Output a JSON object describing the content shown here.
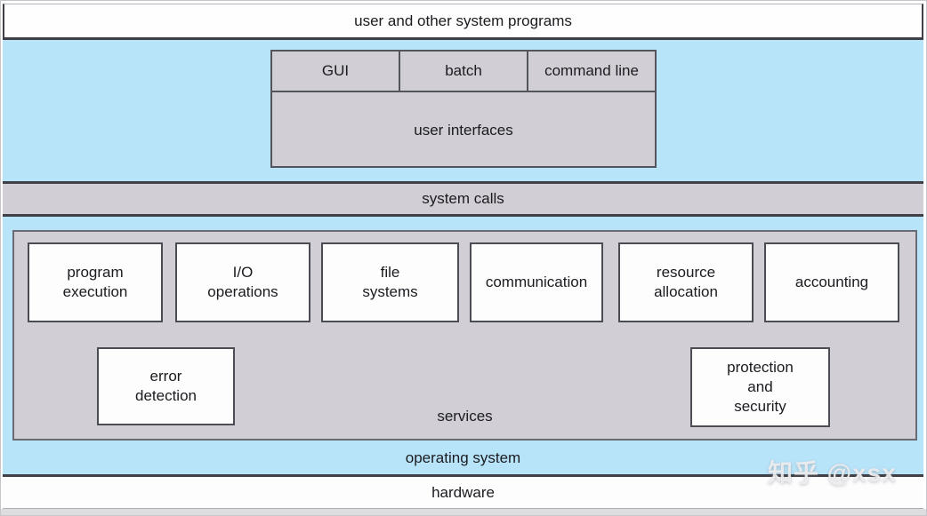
{
  "top_bar": {
    "label": "user and other system programs"
  },
  "user_interfaces": {
    "cells": [
      {
        "label": "GUI"
      },
      {
        "label": "batch"
      },
      {
        "label": "command line"
      }
    ],
    "label": "user interfaces"
  },
  "system_calls": {
    "label": "system calls"
  },
  "services": {
    "label": "services",
    "row1": [
      {
        "label": "program\nexecution"
      },
      {
        "label": "I/O\noperations"
      },
      {
        "label": "file\nsystems"
      },
      {
        "label": "communication"
      },
      {
        "label": "resource\nallocation"
      },
      {
        "label": "accounting"
      }
    ],
    "row2": [
      {
        "label": "error\ndetection"
      },
      {
        "label": "protection\nand\nsecurity"
      }
    ]
  },
  "operating_system": {
    "label": "operating system"
  },
  "hardware": {
    "label": "hardware"
  },
  "watermark": {
    "label": "知乎 @xsx"
  },
  "colors": {
    "sky_blue": "#b8e4fa",
    "panel_gray": "#d1cfd5",
    "box_white": "#fdfdfe",
    "border_dark": "#3f3f47",
    "border_medium": "#6a6a73"
  }
}
